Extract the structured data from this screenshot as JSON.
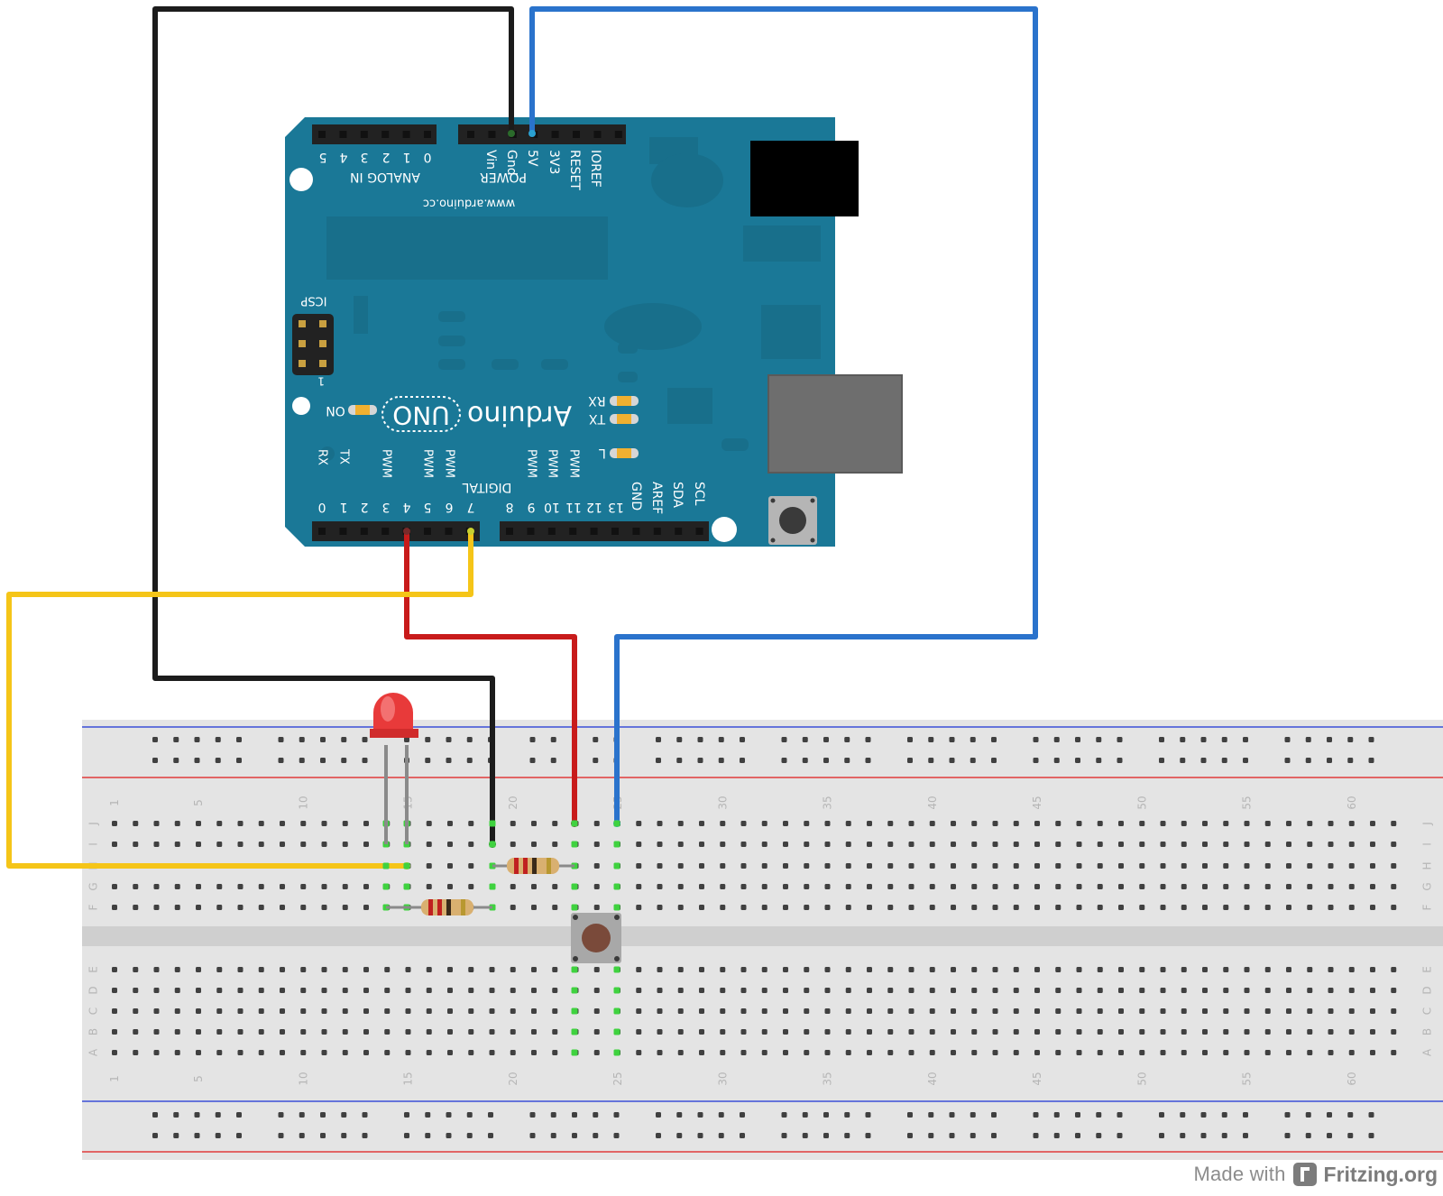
{
  "colors": {
    "board": "#1a7897",
    "wire_black": "#1c1c1c",
    "wire_blue": "#2a73cc",
    "wire_red": "#c81b1b",
    "wire_yellow": "#f5c518",
    "breadboard": "#e4e4e4",
    "rail_red": "#e03b3b",
    "rail_blue": "#3b4fd6"
  },
  "arduino": {
    "brand": "Arduino",
    "model": "UNO",
    "on_label": "ON",
    "url": "www.arduino.cc",
    "icsp": "ICSP",
    "icsp_pin1": "1",
    "power_title": "POWER",
    "analog_title": "ANALOG IN",
    "digital_title": "DIGITAL",
    "power_pins": [
      "IOREF",
      "RESET",
      "3V3",
      "5V",
      "Gnd",
      "Vin"
    ],
    "analog_pins": [
      "0",
      "1",
      "2",
      "3",
      "4",
      "5"
    ],
    "digital_low": [
      "RX 0",
      "TX 1",
      "2",
      "PWM 3",
      "4",
      "PWM 5",
      "PWM 6",
      "7"
    ],
    "digital_high": [
      "8",
      "PWM 9",
      "PWM 10",
      "PWM 11",
      "12",
      "13",
      "GND",
      "AREF",
      "SDA",
      "SCL"
    ],
    "leds": [
      "RX",
      "TX",
      "L"
    ]
  },
  "breadboard": {
    "row_letters_top": [
      "J",
      "I",
      "H",
      "G",
      "F"
    ],
    "row_letters_bottom": [
      "E",
      "D",
      "C",
      "B",
      "A"
    ],
    "column_numbers": [
      "1",
      "5",
      "10",
      "15",
      "20",
      "25",
      "30",
      "35",
      "40",
      "45",
      "50",
      "55",
      "60"
    ]
  },
  "components": {
    "led": "red-led",
    "resistors": [
      "resistor-1",
      "resistor-2"
    ],
    "button": "pushbutton"
  },
  "footer": {
    "made_with": "Made with",
    "brand": "Fritzing.org"
  }
}
